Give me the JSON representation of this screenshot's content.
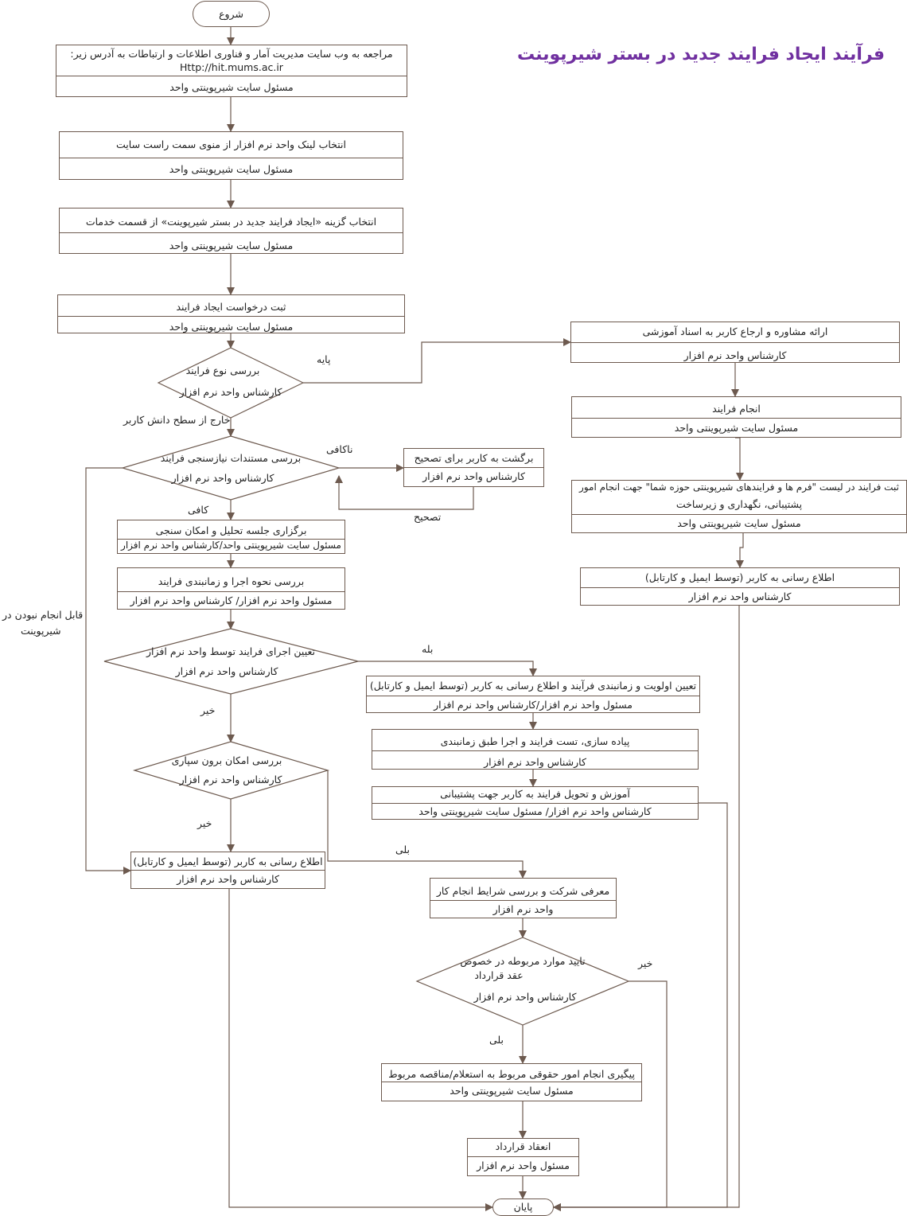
{
  "title": "فرآیند ایجاد فرایند جدید در بستر شیرپوینت",
  "start": "شروع",
  "end": "پایان",
  "steps": {
    "s1": {
      "line1": "مراجعه به وب سایت مدیریت آمار و فناوری اطلاعات و ارتباطات به آدرس زیر:",
      "line2": "Http://hit.mums.ac.ir",
      "owner": "مسئول سایت شیرپوینتی واحد"
    },
    "s2": {
      "text": "انتخاب لینک واحد نرم افزار از منوی سمت راست سایت",
      "owner": "مسئول سایت شیرپوینتی واحد"
    },
    "s3": {
      "text": "انتخاب گزینه «ایجاد فرایند جدید در بستر شیرپوینت» از قسمت خدمات",
      "owner": "مسئول سایت شیرپوینتی واحد"
    },
    "s4": {
      "text": "ثبت درخواست ایجاد فرایند",
      "owner": "مسئول سایت شیرپوینتی واحد"
    },
    "s5": {
      "text": "برگزاری جلسه تحلیل و امکان سنجی",
      "owner": "مسئول سایت شیرپوینتی واحد/کارشناس واحد نرم افزار"
    },
    "s6": {
      "text": "بررسی نحوه اجرا و زمانبندی فرایند",
      "owner": "مسئول واحد نرم افزار/ کارشناس واحد نرم افزار"
    },
    "s7": {
      "text": "اطلاع رسانی به کاربر (توسط ایمیل و کارتابل)",
      "owner": "کارشناس واحد نرم افزار"
    },
    "r1": {
      "text": "ارائه مشاوره و ارجاع کاربر به اسناد آموزشی",
      "owner": "کارشناس واحد نرم افزار"
    },
    "r2": {
      "text": "انجام فرایند",
      "owner": "مسئول سایت شیرپوینتی واحد"
    },
    "r3": {
      "line1": "ثبت فرایند در لیست \"فرم ها و فرایندهای شیرپوینتی حوزه شما\" جهت انجام امور",
      "line2": "پشتیبانی، نگهداری و زیرساخت",
      "owner": "مسئول سایت شیرپوینتی واحد"
    },
    "r4": {
      "text": "اطلاع رسانی به کاربر (توسط ایمیل و کارتابل)",
      "owner": "کارشناس واحد نرم افزار"
    },
    "back": {
      "text": "برگشت به کاربر برای تصحیح",
      "owner": "کارشناس واحد نرم افزار"
    },
    "m1": {
      "text": "تعیین اولویت و زمانبندی فرآیند و اطلاع رسانی به کاربر (توسط ایمیل و کارتابل)",
      "owner": "مسئول واحد نرم افزار/کارشناس واحد نرم افزار"
    },
    "m2": {
      "text": "پیاده سازی، تست فرایند و اجرا طبق زمانبندی",
      "owner": "کارشناس واحد نرم افزار"
    },
    "m3": {
      "text": "آموزش و تحویل فرایند به کاربر جهت پشتیبانی",
      "owner": "کارشناس واحد نرم افزار/ مسئول سایت شیرپوینتی واحد"
    },
    "o1": {
      "text": "معرفی شرکت و بررسی شرایط انجام کار",
      "owner": "واحد نرم افزار"
    },
    "o2": {
      "text": "پیگیری انجام امور حقوقی مربوط به استعلام/مناقصه مربوط",
      "owner": "مسئول سایت شیرپوینتی واحد"
    },
    "o3": {
      "text": "انعقاد قرارداد",
      "owner": "مسئول واحد نرم افزار"
    }
  },
  "decisions": {
    "d1": {
      "text": "بررسی نوع فرایند",
      "owner": "کارشناس واحد نرم افزار"
    },
    "d2": {
      "text": "بررسی مستندات نیازسنجی فرایند",
      "owner": "کارشناس واحد نرم افزار"
    },
    "d3": {
      "text": "تعیین اجرای فرایند توسط واحد نرم افزار",
      "owner": "کارشناس واحد نرم افزار"
    },
    "d4": {
      "text": "بررسی امکان برون سپاری",
      "owner": "کارشناس واحد نرم افزار"
    },
    "d5": {
      "line1": "تایید موارد مربوطه در خصوص",
      "line2": "عقد قرارداد",
      "owner": "کارشناس واحد نرم افزار"
    }
  },
  "labels": {
    "basic": "پایه",
    "beyond": "خارج از سطح دانش کاربر",
    "insufficient": "ناکافی",
    "sufficient": "کافی",
    "correction": "تصحیح",
    "notFeasible1": "قابل انجام نبودن در",
    "notFeasible2": "شیرپوینت",
    "yes1": "بله",
    "no1": "خیر",
    "no2": "خیر",
    "yes2": "بلی",
    "no3": "خیر",
    "yes3": "بلی"
  },
  "colors": {
    "line": "#6d5a4f",
    "title": "#7030a0"
  }
}
